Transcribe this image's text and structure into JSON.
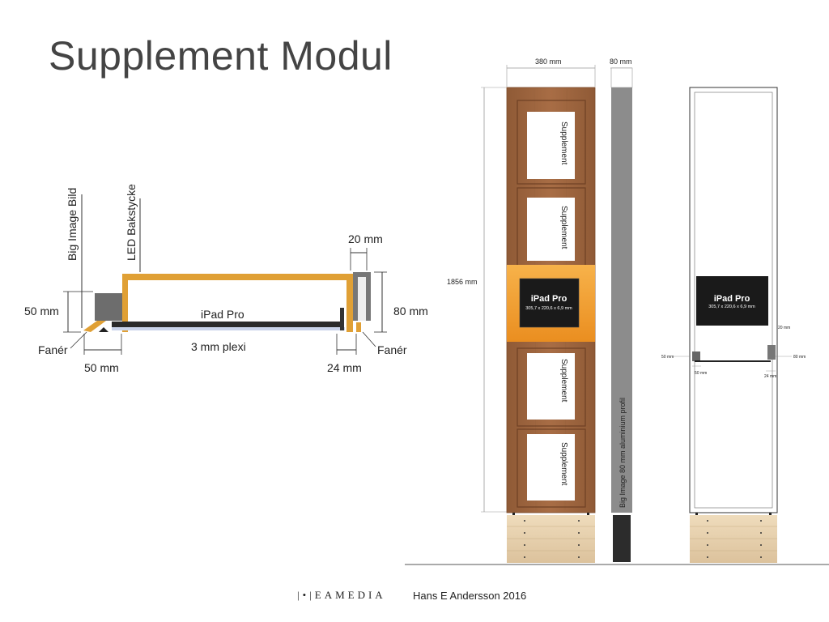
{
  "title": "Supplement Modul",
  "section": {
    "labels": {
      "big_image_bild": "Big Image Bild",
      "led_bakstycke": "LED Bakstycke",
      "ipad_pro": "iPad Pro",
      "plexi": "3 mm plexi",
      "faner_left": "Fanér",
      "faner_right": "Fanér",
      "dim_50_vertical": "50 mm",
      "dim_50_horizontal": "50 mm",
      "dim_20": "20 mm",
      "dim_80": "80 mm",
      "dim_24": "24 mm"
    }
  },
  "front_view": {
    "width_label": "380 mm",
    "height_label": "1856 mm",
    "panels": [
      "Supplement",
      "Supplement",
      "Supplement",
      "Supplement"
    ],
    "ipad_title": "iPad Pro",
    "ipad_size": "305,7 x 220,6 x 6,9 mm"
  },
  "side_view": {
    "width_label": "80 mm",
    "profile_label": "Big Image 80 mm aluminium profil"
  },
  "back_view": {
    "ipad_title": "iPad Pro",
    "ipad_size": "305,7 x 220,6 x 6,9 mm",
    "dim_20": "20 mm",
    "dim_50_a": "50 mm",
    "dim_50_b": "50 mm",
    "dim_80": "80 mm",
    "dim_24": "24 mm"
  },
  "footer": {
    "logo": "|•|EAMEDIA",
    "credit": "Hans E Andersson 2016"
  },
  "colors": {
    "wood": "#a0663e",
    "orange": "#f0a030",
    "frame_gold": "#e0a035",
    "profile_gray": "#8c8c8c",
    "base_wood": "#e8d2b0"
  }
}
